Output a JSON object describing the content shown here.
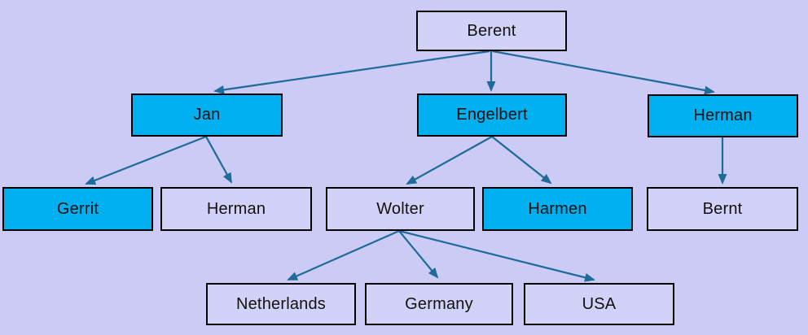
{
  "diagram": {
    "type": "tree",
    "colors": {
      "background": "#cbcbf6",
      "node_fill_lavender": "#d2d2f8",
      "node_fill_cyan": "#00b0f0",
      "node_border": "#000000",
      "arrow": "#1d6b96"
    },
    "nodes": [
      {
        "id": "berent",
        "label": "Berent",
        "fill": "lavender",
        "level": 1
      },
      {
        "id": "jan",
        "label": "Jan",
        "fill": "cyan",
        "level": 2
      },
      {
        "id": "engelbert",
        "label": "Engelbert",
        "fill": "cyan",
        "level": 2
      },
      {
        "id": "herman-2",
        "label": "Herman",
        "fill": "cyan",
        "level": 2
      },
      {
        "id": "gerrit",
        "label": "Gerrit",
        "fill": "cyan",
        "level": 3
      },
      {
        "id": "herman-3",
        "label": "Herman",
        "fill": "lavender",
        "level": 3
      },
      {
        "id": "wolter",
        "label": "Wolter",
        "fill": "lavender",
        "level": 3
      },
      {
        "id": "harmen",
        "label": "Harmen",
        "fill": "cyan",
        "level": 3
      },
      {
        "id": "bernt",
        "label": "Bernt",
        "fill": "lavender",
        "level": 3
      },
      {
        "id": "netherlands",
        "label": "Netherlands",
        "fill": "lavender",
        "level": 4
      },
      {
        "id": "germany",
        "label": "Germany",
        "fill": "lavender",
        "level": 4
      },
      {
        "id": "usa",
        "label": "USA",
        "fill": "lavender",
        "level": 4
      }
    ],
    "edges": [
      {
        "from": "berent",
        "to": "jan"
      },
      {
        "from": "berent",
        "to": "engelbert"
      },
      {
        "from": "berent",
        "to": "herman-2"
      },
      {
        "from": "jan",
        "to": "gerrit"
      },
      {
        "from": "jan",
        "to": "herman-3"
      },
      {
        "from": "engelbert",
        "to": "wolter"
      },
      {
        "from": "engelbert",
        "to": "harmen"
      },
      {
        "from": "herman-2",
        "to": "bernt"
      },
      {
        "from": "wolter",
        "to": "netherlands"
      },
      {
        "from": "wolter",
        "to": "germany"
      },
      {
        "from": "wolter",
        "to": "usa"
      }
    ]
  }
}
